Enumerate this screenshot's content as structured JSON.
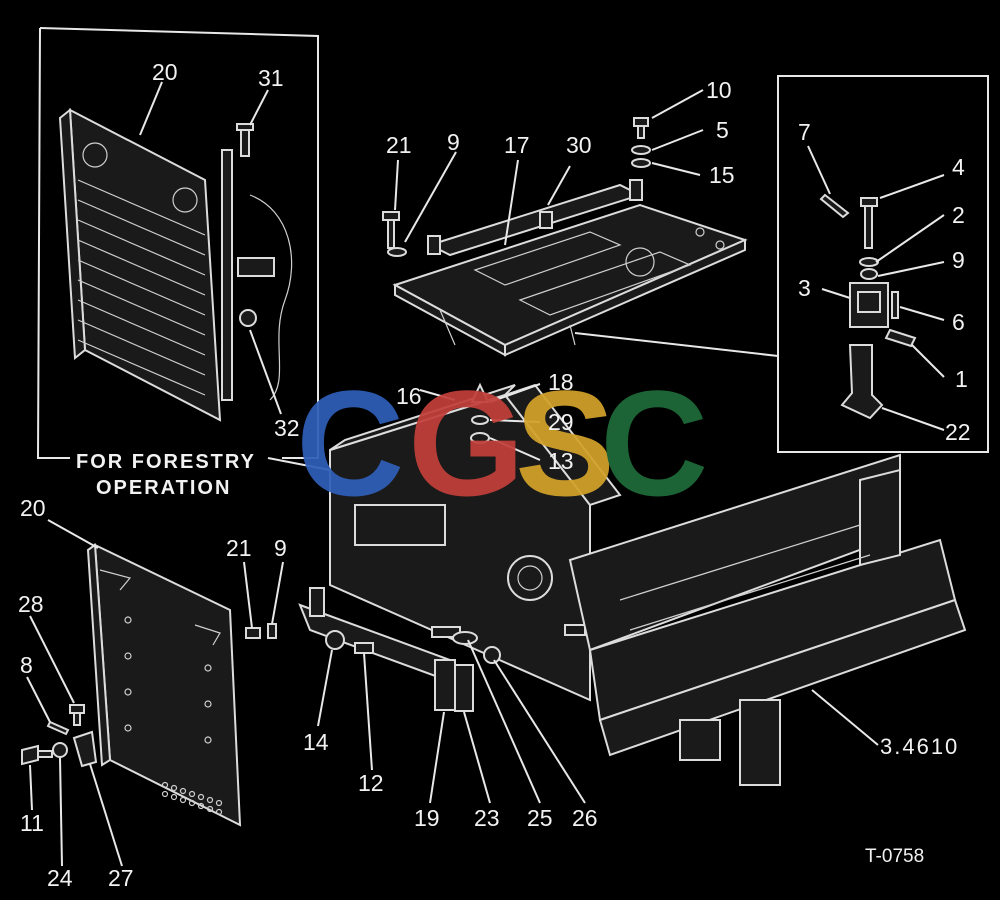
{
  "caption_lines": [
    "FOR FORESTRY",
    "OPERATION"
  ],
  "assembly_ref": "3.4610",
  "figure_id": "T-0758",
  "watermark": {
    "letters": [
      "C",
      "G",
      "S",
      "C"
    ],
    "colors": [
      "#2f5fb8",
      "#c2403a",
      "#d2a22a",
      "#1f6b3a"
    ]
  },
  "callouts": {
    "inset_left": [
      "20",
      "31",
      "32"
    ],
    "top_plate": [
      "21",
      "9",
      "17",
      "30",
      "10",
      "5",
      "15"
    ],
    "inset_right": [
      "7",
      "4",
      "2",
      "9",
      "3",
      "6",
      "1",
      "22"
    ],
    "center": [
      "16",
      "18",
      "29",
      "13"
    ],
    "lower_left": [
      "20",
      "21",
      "9",
      "28",
      "8",
      "11",
      "24",
      "27"
    ],
    "lower_center": [
      "14",
      "12",
      "19",
      "23",
      "25",
      "26"
    ]
  }
}
